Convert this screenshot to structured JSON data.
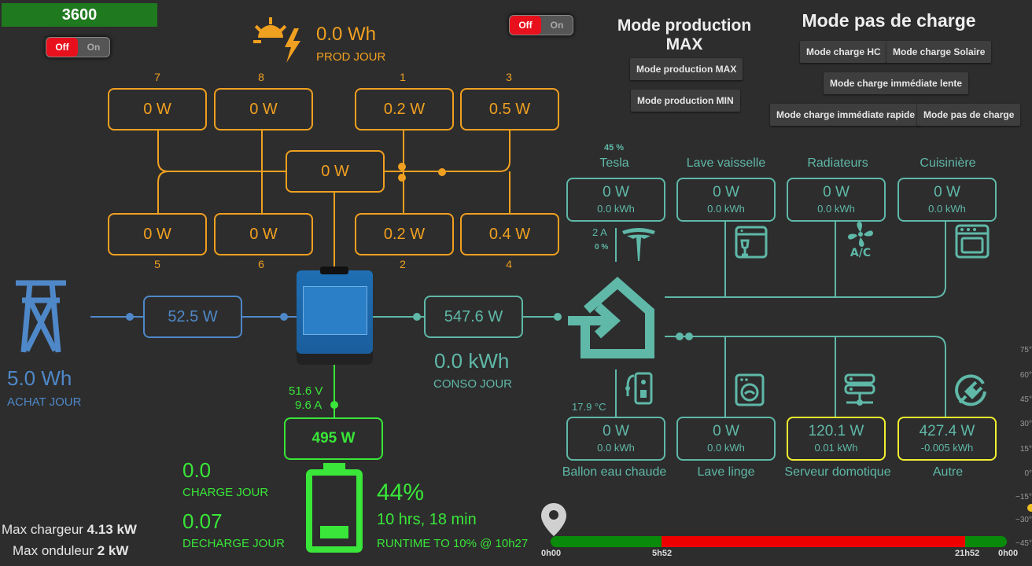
{
  "top_counter": "3600",
  "toggles": [
    {
      "off_label": "Off",
      "on_label": "On"
    },
    {
      "off_label": "Off",
      "on_label": "On"
    }
  ],
  "solar": {
    "prod_value": "0.0 Wh",
    "prod_label": "PROD JOUR"
  },
  "pv_strings": [
    {
      "num": "7",
      "value": "0 W"
    },
    {
      "num": "8",
      "value": "0 W"
    },
    {
      "num": "1",
      "value": "0.2 W"
    },
    {
      "num": "3",
      "value": "0.5 W"
    },
    {
      "num": "5",
      "value": "0 W"
    },
    {
      "num": "6",
      "value": "0 W"
    },
    {
      "num": "2",
      "value": "0.2 W"
    },
    {
      "num": "4",
      "value": "0.4 W"
    }
  ],
  "pv_total": "0 W",
  "grid": {
    "power": "52.5 W",
    "achat_value": "5.0 Wh",
    "achat_label": "ACHAT JOUR"
  },
  "house": {
    "power": "547.6 W",
    "conso_value": "0.0 kWh",
    "conso_label": "CONSO JOUR"
  },
  "battery": {
    "voltage": "51.6 V",
    "current": "9.6 A",
    "power": "495 W",
    "charge_value": "0.0",
    "charge_label": "CHARGE JOUR",
    "decharge_value": "0.07",
    "decharge_label": "DECHARGE JOUR",
    "soc": "44%",
    "runtime": "10 hrs, 18 min",
    "runtime_label": "RUNTIME TO 10% @ 10h27",
    "soc_fraction": 0.44
  },
  "limits": {
    "chargeur_label": "Max chargeur",
    "chargeur_value": "4.13 kW",
    "onduleur_label": "Max onduleur",
    "onduleur_value": "2 kW"
  },
  "modes": {
    "production_title": "Mode production MAX",
    "production_buttons": [
      "Mode production MAX",
      "Mode production MIN"
    ],
    "charge_title": "Mode pas de charge",
    "charge_buttons": [
      "Mode charge HC",
      "Mode charge Solaire",
      "Mode charge immédiate lente",
      "Mode charge immédiate rapide",
      "Mode pas de charge"
    ]
  },
  "devices_top": [
    {
      "label": "Tesla",
      "power": "0 W",
      "energy": "0.0 kWh",
      "icon": "tesla-icon"
    },
    {
      "label": "Lave vaisselle",
      "power": "0 W",
      "energy": "0.0 kWh",
      "icon": "dishwasher-icon"
    },
    {
      "label": "Radiateurs",
      "power": "0 W",
      "energy": "0.0 kWh",
      "icon": "ac-icon"
    },
    {
      "label": "Cuisinière",
      "power": "0 W",
      "energy": "0.0 kWh",
      "icon": "oven-icon"
    }
  ],
  "tesla_extra": {
    "soc": "45 %",
    "amps": "2 A",
    "pct": "0 %"
  },
  "devices_bottom": [
    {
      "label": "Ballon eau chaude",
      "power": "0 W",
      "energy": "0.0 kWh",
      "icon": "water-heater-icon"
    },
    {
      "label": "Lave linge",
      "power": "0 W",
      "energy": "0.0 kWh",
      "icon": "washing-machine-icon"
    },
    {
      "label": "Serveur domotique",
      "power": "120.1 W",
      "energy": "0.01 kWh",
      "icon": "server-icon"
    },
    {
      "label": "Autre",
      "power": "427.4 W",
      "energy": "-0.005 kWh",
      "icon": "plug-icon"
    }
  ],
  "ballon_temp": "17.9 °C",
  "timeline": {
    "labels": [
      "0h00",
      "5h52",
      "21h52",
      "0h00"
    ]
  },
  "elevation_axis": [
    "75°",
    "60°",
    "45°",
    "30°",
    "15°",
    "0°",
    "−15°",
    "−30°",
    "−45°"
  ],
  "colors": {
    "solar": "#f0a020",
    "house": "#5fb8a8",
    "grid": "#4f88c8",
    "battery": "#39e639",
    "day_red": "#ee0000",
    "night_green": "#0a8a0a"
  }
}
